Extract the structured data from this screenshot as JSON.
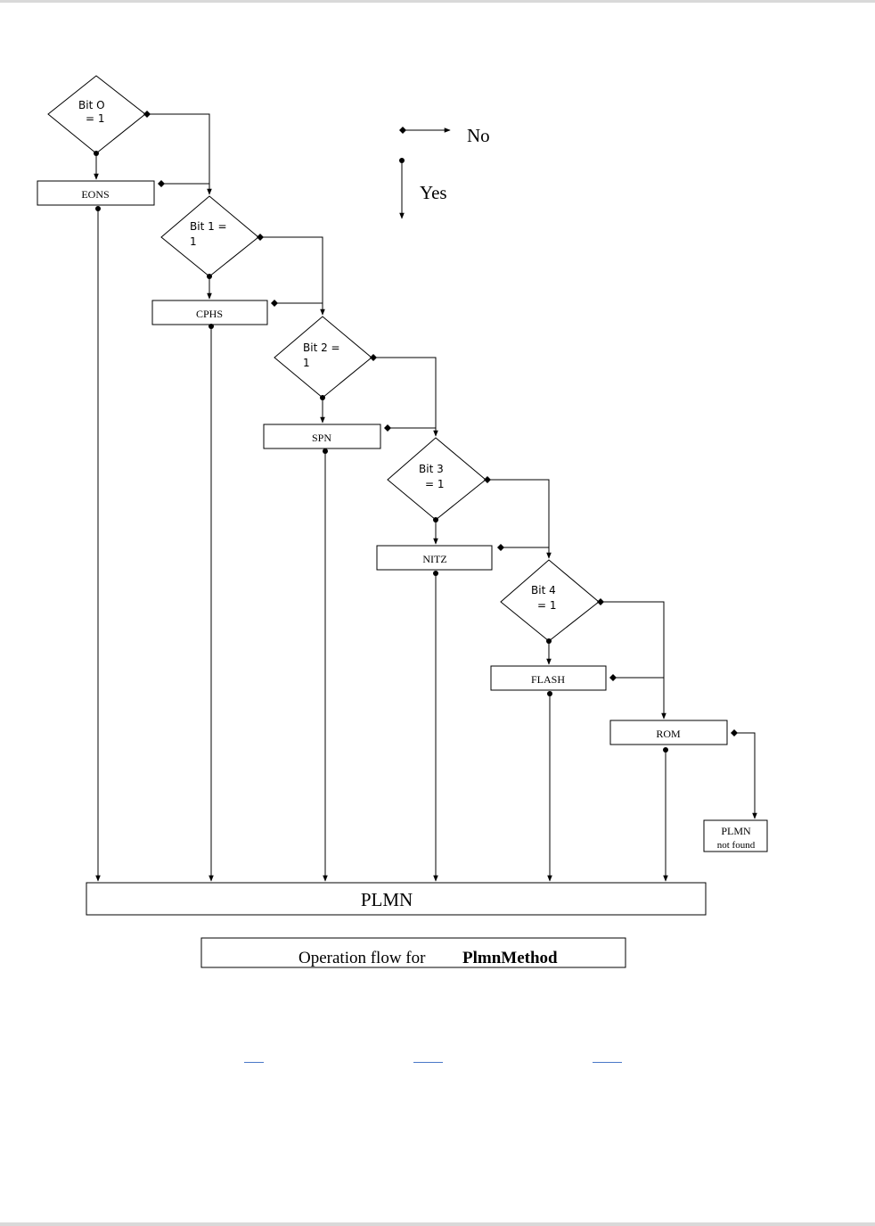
{
  "legend": {
    "no": "No",
    "yes": "Yes"
  },
  "decisions": [
    {
      "line1": "Bit  O",
      "line2": "= 1"
    },
    {
      "line1": "Bit  1 =",
      "line2": "1"
    },
    {
      "line1": "Bit  2 =",
      "line2": "1"
    },
    {
      "line1": "Bit  3",
      "line2": "= 1"
    },
    {
      "line1": "Bit  4",
      "line2": "= 1"
    }
  ],
  "boxes": {
    "eons": "EONS",
    "cphs": "CPHS",
    "spn": "SPN",
    "nitz": "NITZ",
    "flash": "FLASH",
    "rom": "ROM",
    "plmn_not_found_line1": "PLMN",
    "plmn_not_found_line2": "not found",
    "plmn": "PLMN"
  },
  "caption": {
    "prefix": "Operation flow for",
    "method": "PlmnMethod"
  },
  "colors": {
    "line": "#000000",
    "link": "#4a78c8",
    "rule": "#d9d9d9"
  }
}
